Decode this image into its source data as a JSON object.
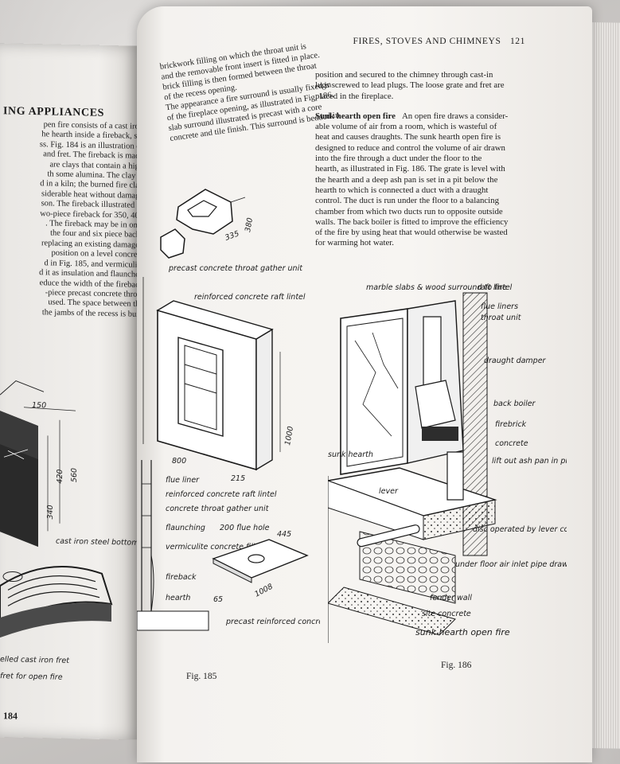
{
  "left_page": {
    "heading": "ING APPLIANCES",
    "body_lines": [
      "pen fire consists of a cast iron",
      "he hearth inside a fireback, set",
      "ss. Fig. 184 is an illustration of",
      "and fret. The fireback is made",
      "are clays that contain a high",
      "th some alumina. The clay is",
      "d in a kiln; the burned fire clay",
      "siderable heat without damage",
      "son. The fireback illustrated in",
      "wo-piece fireback for 350, 400",
      ". The fireback may be in one,",
      "the four and six piece backs",
      "replacing an existing damaged",
      "",
      "position on a level concrete",
      "d in Fig. 185, and vermiculite",
      "d it as insulation and flaunched",
      "educe the width of the fireback",
      "-piece precast concrete throat",
      "used. The space between the",
      "the jambs of the recess is built"
    ],
    "figure_labels": {
      "dim_150": "150",
      "dim_420": "420",
      "dim_560": "560",
      "dim_340": "340",
      "grate": "cast iron steel bottom grate",
      "fret": "elled cast iron fret",
      "fret2": "fret for open fire"
    },
    "folio": "184"
  },
  "right_page": {
    "running_head": "FIRES, STOVES AND CHIMNEYS",
    "page_number": "121",
    "left_column": [
      "brickwork filling on which the throat unit is",
      "and the removable front insert is fitted in place.",
      "brick filling is then formed between the throat",
      "of the recess opening.",
      "The appearance a fire surround is usually fixed in",
      "of the fireplace opening, as illustrated in Fig. 186.",
      "slab surround illustrated is precast with a core",
      "concrete and tile finish. This surround is bedded in"
    ],
    "right_column_intro": [
      "position and secured to the chimney through cast-in",
      "lugs screwed to lead plugs. The loose grate and fret are",
      "placed in the fireplace."
    ],
    "sunk_heading": "Sunk hearth open fire",
    "sunk_paragraph": [
      "An open fire draws a consider-",
      "able volume of air from a room, which is wasteful of",
      "heat and causes draughts. The sunk hearth open fire is",
      "designed to reduce and control the volume of air drawn",
      "into the fire through a duct under the floor to the",
      "hearth, as illustrated in Fig. 186. The grate is level with",
      "the hearth and a deep ash pan is set in a pit below the",
      "hearth to which is connected a duct with a draught",
      "control. The duct is run under the floor to a balancing",
      "chamber from which two ducts run to opposite outside",
      "walls. The back boiler is fitted to improve the efficiency",
      "of the fire by using heat that would otherwise be wasted",
      "for warming hot water."
    ],
    "fig185": {
      "caption": "Fig. 185",
      "labels": {
        "throat_unit": "precast concrete throat gather unit",
        "raft_lintel": "reinforced concrete raft lintel",
        "dim_335": "335",
        "dim_380": "380",
        "dim_1000": "1000",
        "dim_215": "215",
        "dim_800": "800",
        "flue_liner": "flue liner",
        "raft_lintel2": "reinforced concrete raft lintel",
        "throat_unit2": "concrete throat gather unit",
        "flaunching": "flaunching",
        "flue_hole": "200 flue hole",
        "vermiculite": "vermiculite concrete fill",
        "fireback": "fireback",
        "hearth": "hearth",
        "dim_445": "445",
        "dim_1008": "1008",
        "dim_65": "65",
        "precast_lintel": "precast reinforced concrete raft lintel"
      }
    },
    "fig186": {
      "caption": "Fig. 186",
      "labels": {
        "marble": "marble slabs & wood surround to fire",
        "raft_lintel": "raft lintel",
        "flue_liners": "flue liners",
        "throat_unit": "throat unit",
        "draught_damper": "draught damper",
        "back_boiler": "back boiler",
        "firebrick": "firebrick",
        "concrete": "concrete",
        "ash_pan": "lift out ash pan in pit under hearth",
        "sunk_hearth": "sunk hearth",
        "lever": "lever",
        "disc": "disc operated by lever controls draught",
        "air_inlet": "under floor air inlet pipe draws air from outside",
        "fender_wall": "fender wall",
        "site_concrete": "site concrete",
        "title": "sunk hearth open fire"
      }
    }
  },
  "colors": {
    "paper": "#f7f5f2",
    "ink": "#1f1f1f",
    "background": "#c9c6c4"
  }
}
